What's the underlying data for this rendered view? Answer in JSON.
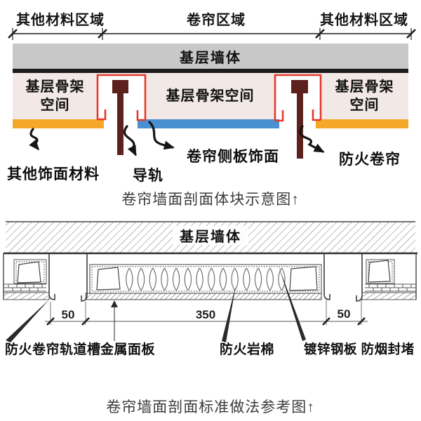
{
  "top": {
    "region_left": "其他材料区域",
    "region_center": "卷帘区域",
    "region_right": "其他材料区域",
    "wall": "基层墙体",
    "frame_left1": "基层骨架",
    "frame_left2": "空间",
    "frame_center": "基层骨架空间",
    "frame_right1": "基层骨架",
    "frame_right2": "空间",
    "ann_other_finish": "其他饰面材料",
    "ann_guide_rail": "导轨",
    "ann_side_panel": "卷帘侧板饰面",
    "ann_fire_curtain": "防火卷帘",
    "caption": "卷帘墙面剖面体块示意图↑"
  },
  "bottom": {
    "wall": "基层墙体",
    "dim_left": "50",
    "dim_center": "350",
    "dim_right": "50",
    "label_track": "防火卷帘轨道槽",
    "label_metal": "金属面板",
    "label_wool": "防火岩棉",
    "label_seal": "镀锌钢板 防烟封堵",
    "caption": "卷帘墙面剖面标准做法参考图↑"
  },
  "colors": {
    "gray": "#c8c8c8",
    "pink": "#f2e8e6",
    "orange": "#f5a728",
    "blue": "#4a8fcf",
    "red": "#e6392e",
    "maroon": "#5c211c"
  }
}
